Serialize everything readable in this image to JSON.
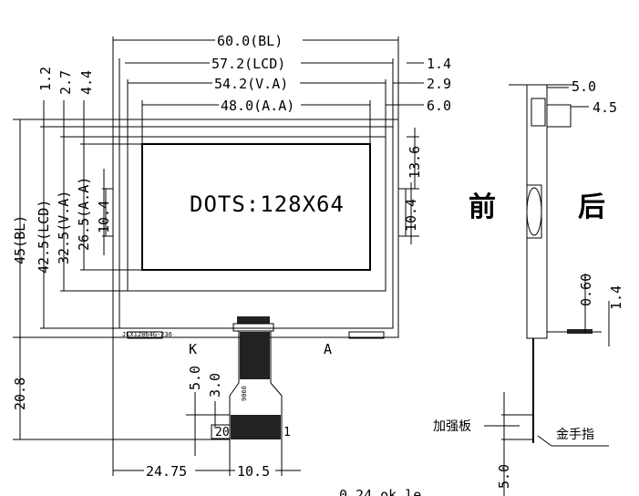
{
  "top_dims": {
    "bl": "60.0(BL)",
    "lcd": "57.2(LCD)",
    "va": "54.2(V.A)",
    "aa": "48.0(A.A)"
  },
  "right_dims": {
    "d1": "1.4",
    "d2": "2.9",
    "d3": "6.0"
  },
  "left_small": {
    "a": "1.2",
    "b": "2.7",
    "c": "4.4"
  },
  "left_dims": {
    "bl": "45(BL)",
    "lcd": "42.5(LCD)",
    "va": "32.5(V.A)",
    "aa": "26.5(A.A)",
    "h": "10.4",
    "fpc": "20.8"
  },
  "inner_right": {
    "h1": "13.6",
    "h2": "10.4"
  },
  "screen_text": "DOTS:128X64",
  "pin_labels": {
    "k": "K",
    "a": "A"
  },
  "fpc_dims": {
    "d5": "5.0",
    "d3": "3.0",
    "p20": "20",
    "p1": "1",
    "w1": "24.75",
    "w2": "10.5",
    "part": "JLX12864G-236",
    "fpc_code": "9060"
  },
  "side_labels": {
    "front": "前",
    "back": "后"
  },
  "side_dims": {
    "d5": "5.0",
    "d45": "4.5",
    "d06": "0.60",
    "d14": "1.4",
    "d5b": "5.0"
  },
  "notes": {
    "stiffener": "加强板",
    "gold_finger": "金手指",
    "bottom_cut": "0.24 ok le"
  },
  "colors": {
    "line": "#000000",
    "fpc": "#222222",
    "background": "#ffffff"
  }
}
